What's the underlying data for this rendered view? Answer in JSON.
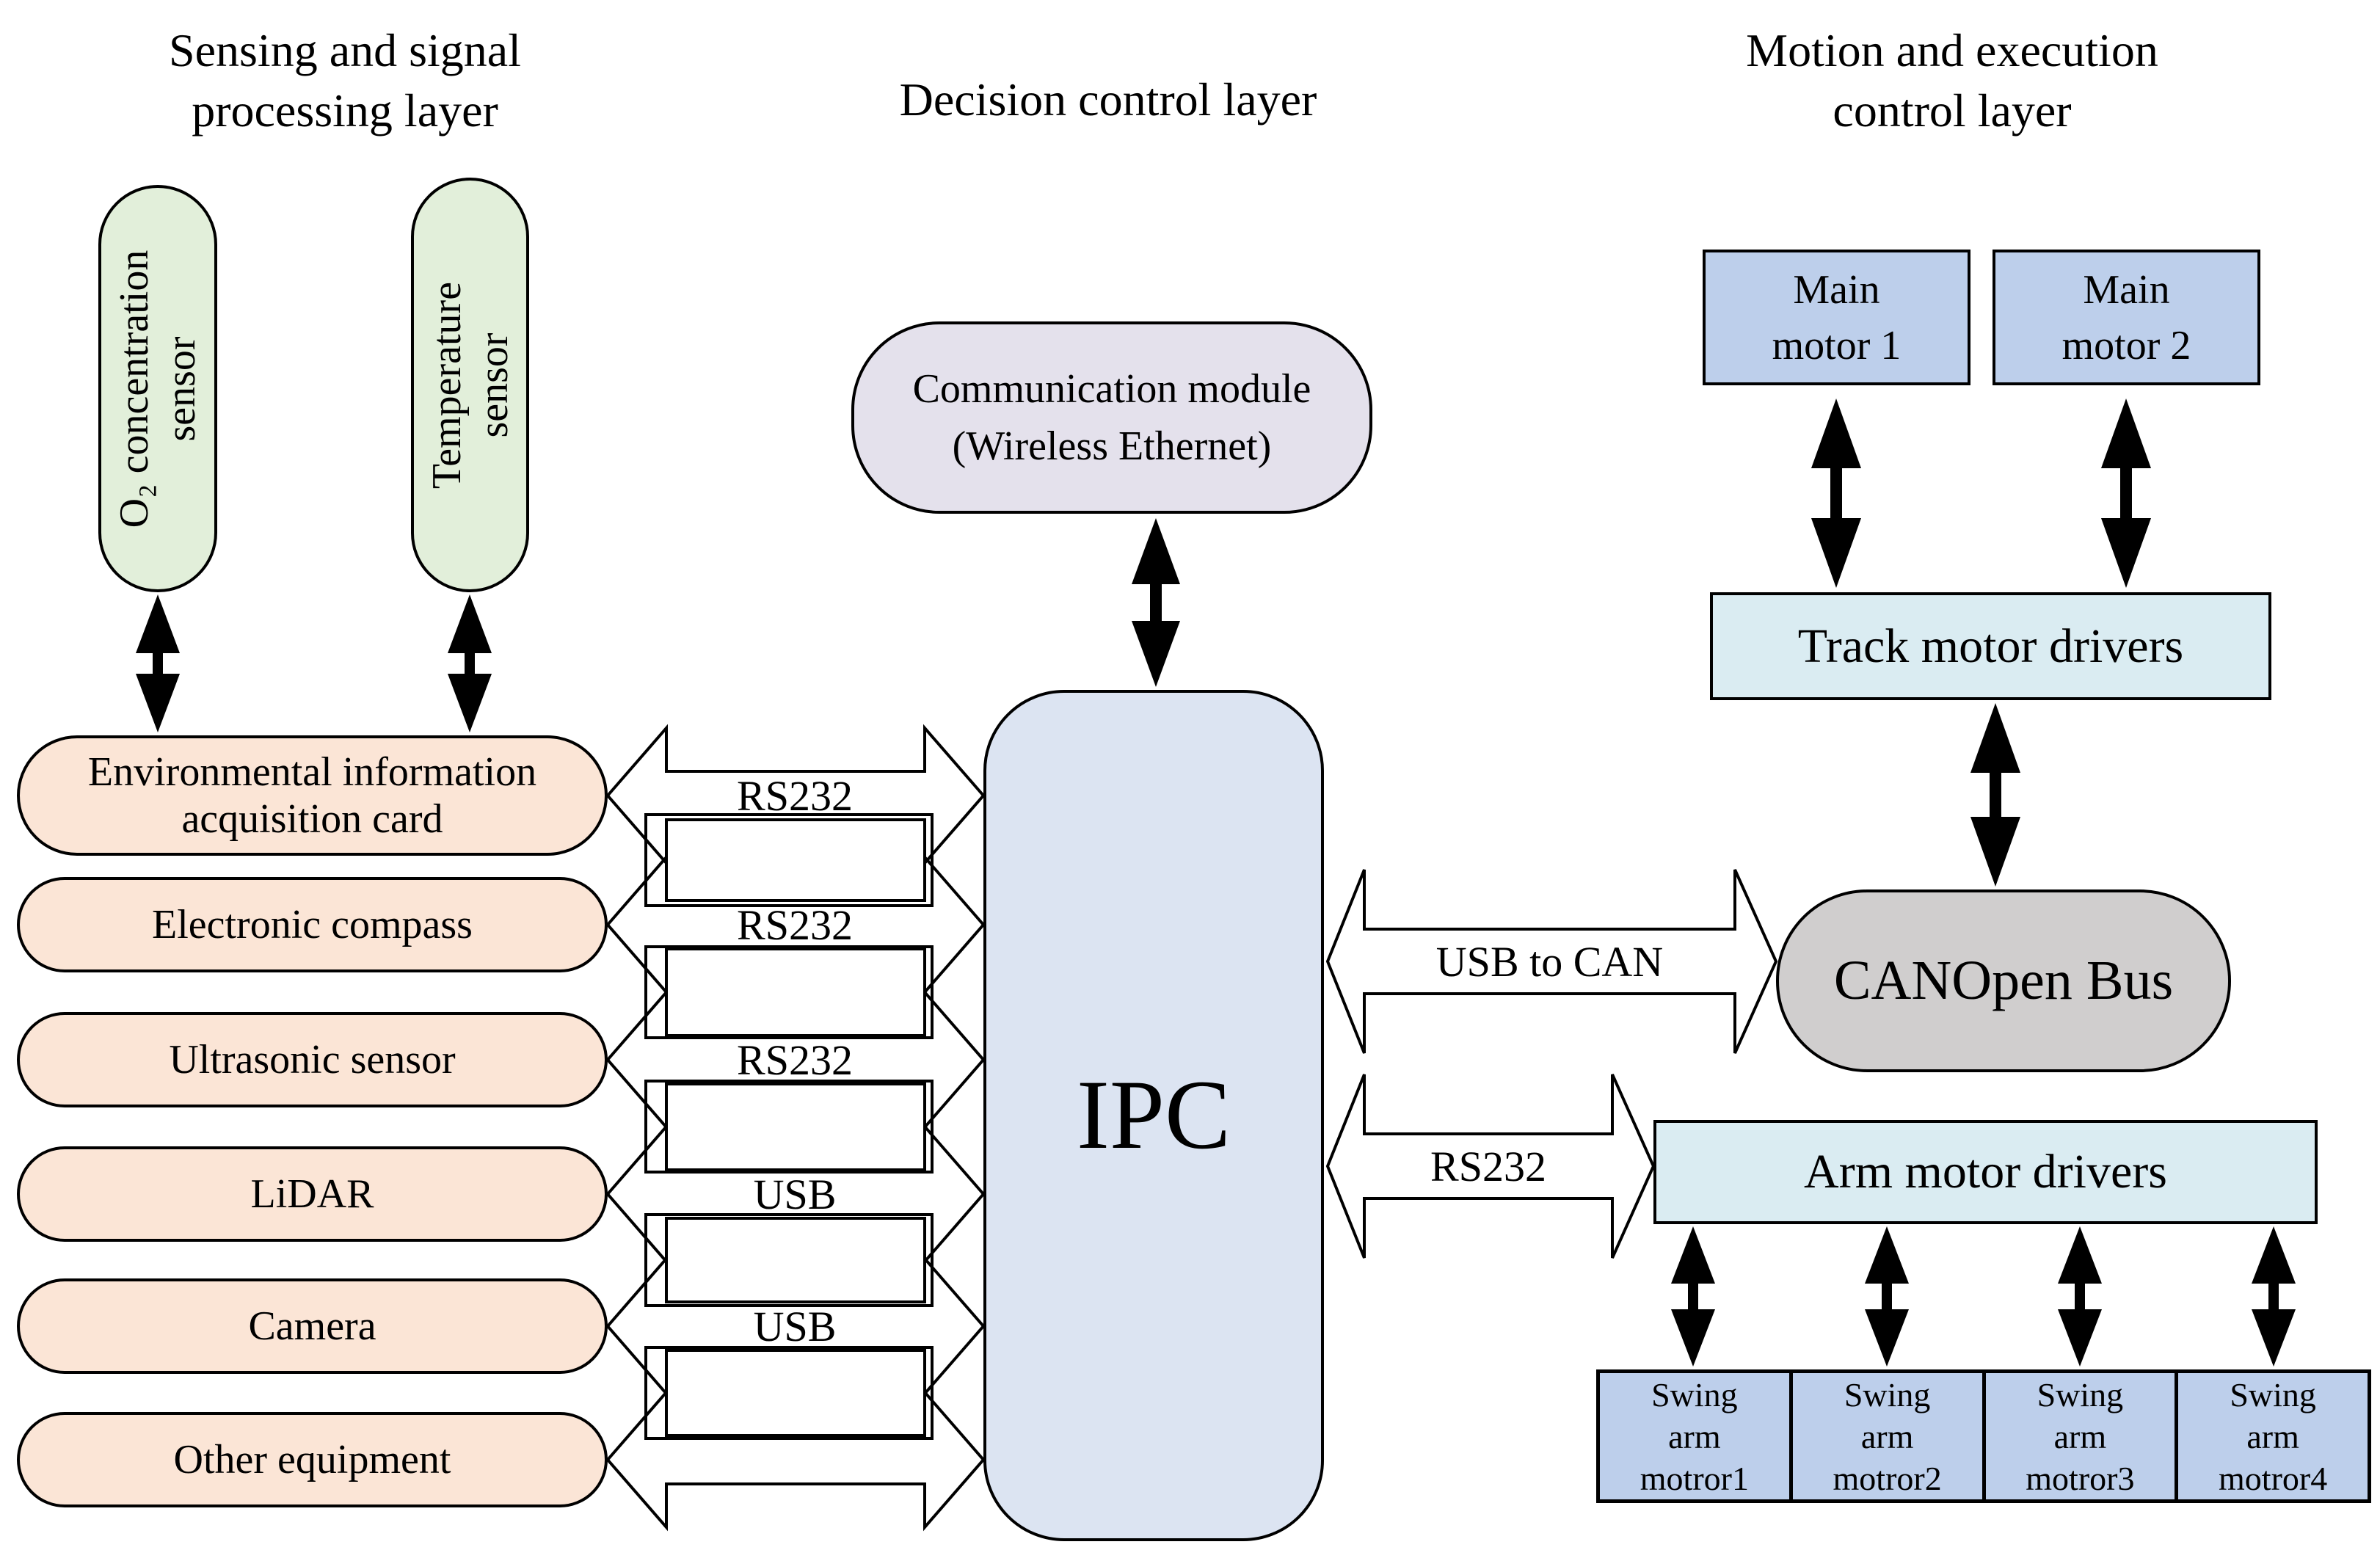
{
  "colors": {
    "peach": "#fbe5d6",
    "green": "#e2efda",
    "ipc_blue": "#dce4f2",
    "lavender": "#e4e1ec",
    "cyan": "#daecf2",
    "blue": "#bdcfeb",
    "gray": "#d0cece",
    "line": "#000000",
    "bg": "#ffffff"
  },
  "titles": {
    "sensing": [
      "Sensing and signal",
      "processing layer"
    ],
    "decision": [
      "Decision control layer"
    ],
    "motion": [
      "Motion and execution",
      "control layer"
    ]
  },
  "sensing": {
    "vertical_sensors": [
      {
        "lines": [
          "O₂ concentration",
          "sensor"
        ]
      },
      {
        "lines": [
          "Temperature",
          "sensor"
        ]
      }
    ],
    "devices": [
      {
        "lines": [
          "Environmental information",
          "acquisition card"
        ]
      },
      {
        "lines": [
          "Electronic compass"
        ]
      },
      {
        "lines": [
          "Ultrasonic sensor"
        ]
      },
      {
        "lines": [
          "LiDAR"
        ]
      },
      {
        "lines": [
          "Camera"
        ]
      },
      {
        "lines": [
          "Other equipment"
        ]
      }
    ],
    "bus_labels": [
      "RS232",
      "RS232",
      "RS232",
      "USB",
      "USB",
      ""
    ]
  },
  "decision": {
    "comm_module": {
      "lines": [
        "Communication module",
        "(Wireless Ethernet)"
      ]
    },
    "ipc": "IPC"
  },
  "links": {
    "usb_to_can": "USB to CAN",
    "rs232": "RS232"
  },
  "motion": {
    "main_motors": [
      {
        "lines": [
          "Main",
          "motor 1"
        ]
      },
      {
        "lines": [
          "Main",
          "motor 2"
        ]
      }
    ],
    "track_drivers": "Track motor drivers",
    "canopen": "CANOpen Bus",
    "arm_drivers": "Arm motor drivers",
    "swing_motors": [
      {
        "lines": [
          "Swing",
          "arm",
          "motror1"
        ]
      },
      {
        "lines": [
          "Swing",
          "arm",
          "motror2"
        ]
      },
      {
        "lines": [
          "Swing",
          "arm",
          "motror3"
        ]
      },
      {
        "lines": [
          "Swing",
          "arm",
          "motror4"
        ]
      }
    ]
  }
}
